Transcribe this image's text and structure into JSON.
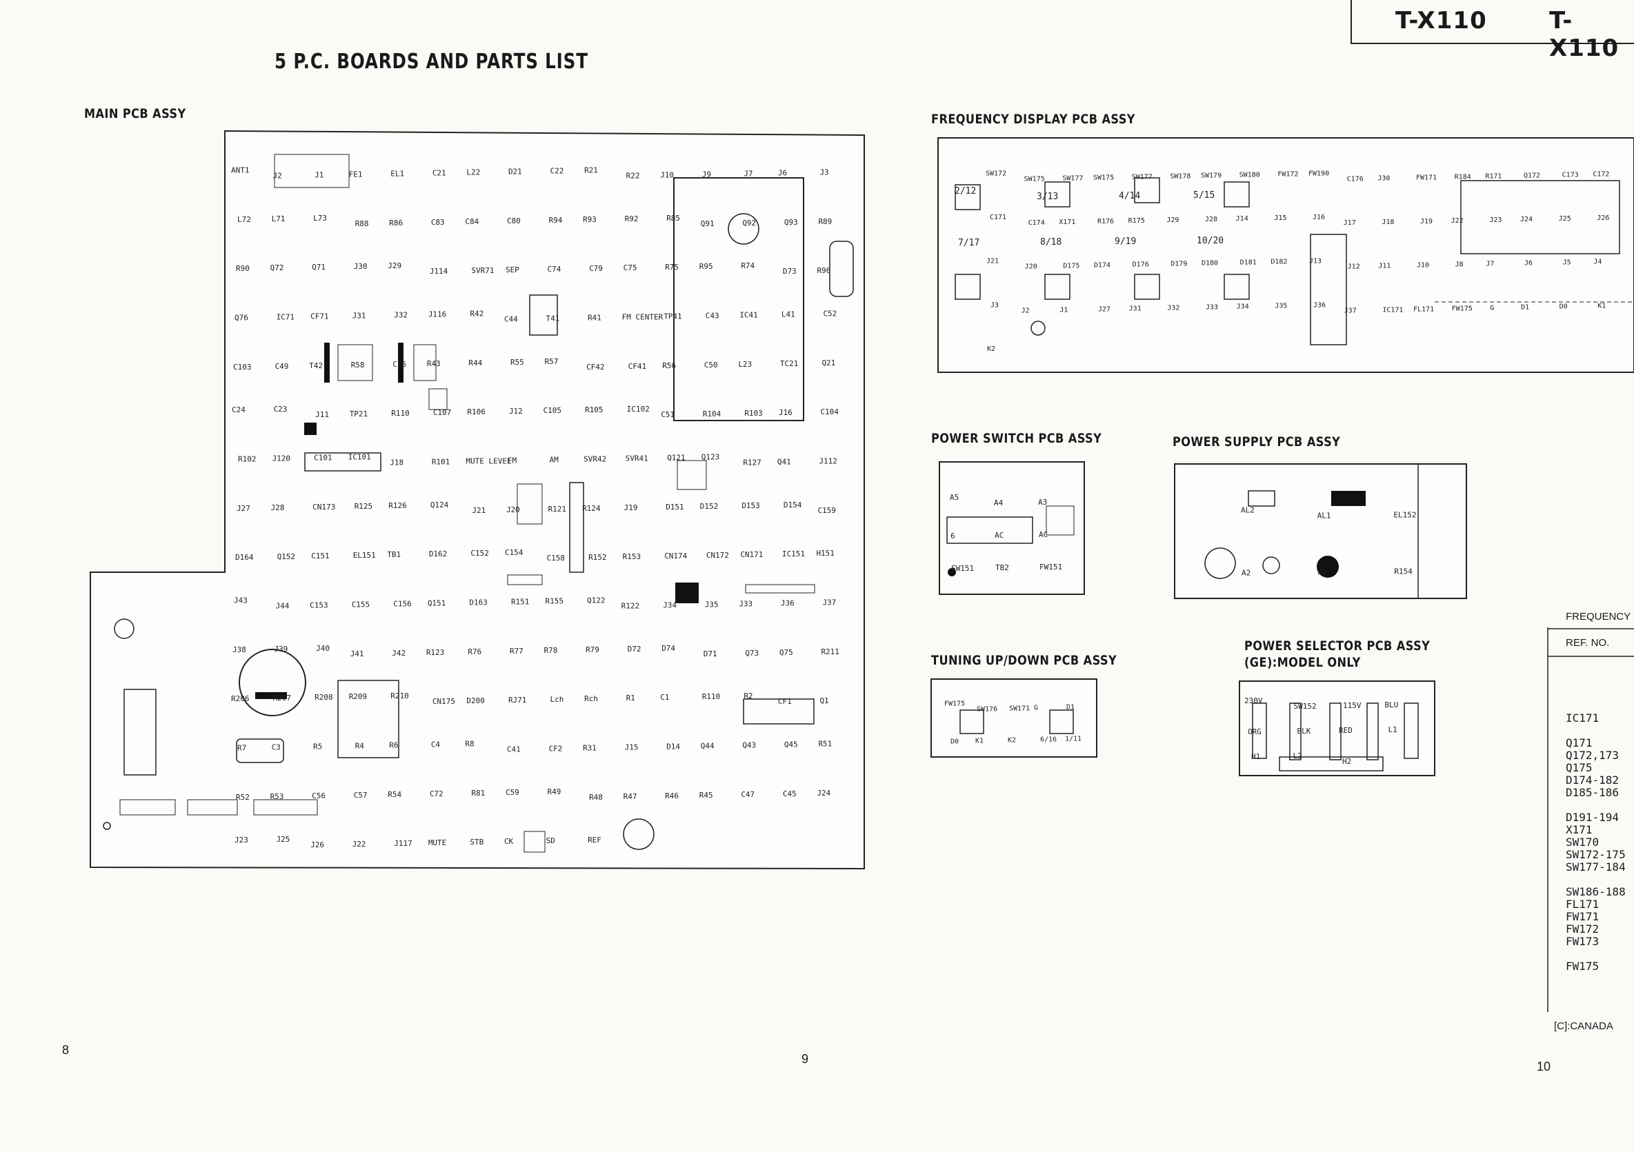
{
  "header": {
    "model_left": "T-X110",
    "model_right": "T-X110"
  },
  "section_title": "5  P.C. BOARDS AND PARTS LIST",
  "assemblies": {
    "main": "MAIN PCB ASSY",
    "frequency_display": "FREQUENCY DISPLAY PCB ASSY",
    "power_switch": "POWER SWITCH PCB ASSY",
    "power_supply": "POWER SUPPLY PCB ASSY",
    "tuning": "TUNING UP/DOWN PCB ASSY",
    "power_selector": "POWER SELECTOR PCB ASSY",
    "power_selector_note": "(GE):MODEL ONLY"
  },
  "main_labels": [
    "ANT1",
    "J2",
    "J1",
    "FE1",
    "EL1",
    "C21",
    "L22",
    "D21",
    "C22",
    "R21",
    "R22",
    "J10",
    "J9",
    "J7",
    "J6",
    "J3",
    "L72",
    "L71",
    "L73",
    "R88",
    "R86",
    "C83",
    "C84",
    "C80",
    "R94",
    "R93",
    "R92",
    "R85",
    "Q91",
    "Q92",
    "Q93",
    "R89",
    "R90",
    "Q72",
    "Q71",
    "J30",
    "J29",
    "J114",
    "SVR71",
    "SEP",
    "C74",
    "C79",
    "C75",
    "R75",
    "R95",
    "R74",
    "D73",
    "R96",
    "Q76",
    "IC71",
    "CF71",
    "J31",
    "J32",
    "J116",
    "R42",
    "C44",
    "T41",
    "R41",
    "FM CENTER",
    "TP41",
    "C43",
    "IC41",
    "L41",
    "C52",
    "C103",
    "C49",
    "T42",
    "R58",
    "C55",
    "R43",
    "R44",
    "R55",
    "R57",
    "CF42",
    "CF41",
    "R56",
    "C50",
    "L23",
    "TC21",
    "Q21",
    "C24",
    "C23",
    "J11",
    "TP21",
    "R110",
    "C107",
    "R106",
    "J12",
    "C105",
    "R105",
    "IC102",
    "C51",
    "R104",
    "R103",
    "J16",
    "C104",
    "R102",
    "J120",
    "C101",
    "IC101",
    "J18",
    "R101",
    "MUTE LEVEL",
    "FM",
    "AM",
    "SVR42",
    "SVR41",
    "Q121",
    "Q123",
    "R127",
    "Q41",
    "J112",
    "J27",
    "J28",
    "CN173",
    "R125",
    "R126",
    "Q124",
    "J21",
    "J20",
    "R121",
    "R124",
    "J19",
    "D151",
    "D152",
    "D153",
    "D154",
    "C159",
    "D164",
    "Q152",
    "C151",
    "EL151",
    "TB1",
    "D162",
    "C152",
    "C154",
    "C158",
    "R152",
    "R153",
    "CN174",
    "CN172",
    "CN171",
    "IC151",
    "H151",
    "J43",
    "J44",
    "C153",
    "C155",
    "C156",
    "Q151",
    "D163",
    "R151",
    "R155",
    "Q122",
    "R122",
    "J34",
    "J35",
    "J33",
    "J36",
    "J37",
    "J38",
    "J39",
    "J40",
    "J41",
    "J42",
    "R123",
    "R76",
    "R77",
    "R78",
    "R79",
    "D72",
    "D74",
    "D71",
    "Q73",
    "Q75",
    "R211",
    "R206",
    "R207",
    "R208",
    "R209",
    "R210",
    "CN175",
    "D200",
    "RJ71",
    "Lch",
    "Rch",
    "R1",
    "C1",
    "R110",
    "R2",
    "CF1",
    "Q1",
    "R7",
    "C3",
    "R5",
    "R4",
    "R6",
    "C4",
    "R8",
    "C41",
    "CF2",
    "R31",
    "J15",
    "D14",
    "Q44",
    "Q43",
    "Q45",
    "R51",
    "R52",
    "R53",
    "C56",
    "C57",
    "R54",
    "C72",
    "R81",
    "C59",
    "R49",
    "R48",
    "R47",
    "R46",
    "R45",
    "C47",
    "C45",
    "J24",
    "J23",
    "J25",
    "J26",
    "J22",
    "J117",
    "MUTE",
    "STB",
    "CK",
    "SD",
    "REF"
  ],
  "freq_labels": [
    "SW172",
    "SW175",
    "SW177",
    "SW175",
    "SW177",
    "SW178",
    "SW179",
    "SW180",
    "FW172",
    "FW190",
    "C176",
    "J30",
    "FW171",
    "R184",
    "R171",
    "Q172",
    "C173",
    "C172",
    "C171",
    "C174",
    "X171",
    "R176",
    "R175",
    "J29",
    "J28",
    "J14",
    "J15",
    "J16",
    "J17",
    "J18",
    "J19",
    "J22",
    "J23",
    "J24",
    "J25",
    "J26",
    "J21",
    "J20",
    "D175",
    "D174",
    "D176",
    "D179",
    "D180",
    "D181",
    "D182",
    "J13",
    "J12",
    "J11",
    "J10",
    "J8",
    "J7",
    "J6",
    "J5",
    "J4",
    "J3",
    "J2",
    "J1",
    "J27",
    "J31",
    "J32",
    "J33",
    "J34",
    "J35",
    "J36",
    "J37",
    "IC171",
    "FL171",
    "FW175",
    "G",
    "D1",
    "D0",
    "K1",
    "K2"
  ],
  "freq_switch_labels": [
    "2/12",
    "3/13",
    "4/14",
    "5/15",
    "7/17",
    "8/18",
    "9/19",
    "10/20"
  ],
  "power_switch": {
    "labels": [
      "A5",
      "A4",
      "A3",
      "6",
      "AC",
      "AC",
      "SW151",
      "TB2",
      "FW151"
    ]
  },
  "power_supply": {
    "labels": [
      "AL2",
      "AL1",
      "EL152",
      "A2",
      "A1",
      "R154"
    ]
  },
  "tuning": {
    "labels": [
      "FW175",
      "SW176",
      "SW171",
      "G",
      "D1",
      "D0",
      "K1",
      "K2",
      "6/16",
      "1/11"
    ]
  },
  "power_selector": {
    "labels": [
      "230V",
      "SW152",
      "115V",
      "BLU",
      "ORG",
      "BLK",
      "RED",
      "L1",
      "H1",
      "L2",
      "H2"
    ]
  },
  "side_panel": {
    "heading": "FREQUENCY",
    "column": "REF. NO.",
    "items": [
      "IC171",
      "",
      "Q171",
      "Q172,173",
      "Q175",
      "D174-182",
      "D185-186",
      "",
      "D191-194",
      "X171",
      "SW170",
      "SW172-175",
      "SW177-184",
      "",
      "SW186-188",
      "FL171",
      "FW171",
      "FW172",
      "FW173",
      "",
      "FW175"
    ],
    "footnote": "[C]:CANADA"
  },
  "page_numbers": {
    "left": "8",
    "middle": "9",
    "right": "10"
  }
}
